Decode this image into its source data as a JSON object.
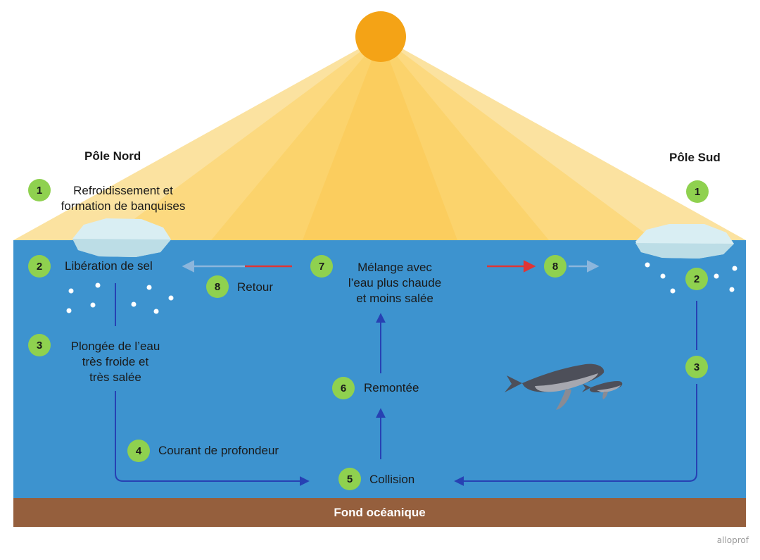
{
  "poles": {
    "north": "Pôle Nord",
    "south": "Pôle Sud"
  },
  "steps": {
    "s1_text": "Refroidissement et\nformation de banquises",
    "s2_text": "Libération de sel",
    "s3_text": "Plongée de l’eau\ntrès froide et\ntrès salée",
    "s4_text": "Courant de profondeur",
    "s5_text": "Collision",
    "s6_text": "Remontée",
    "s7_text": "Mélange avec\nl’eau plus chaude\net moins salée",
    "s8_text": "Retour"
  },
  "badges": {
    "n1": "1",
    "n2": "2",
    "n3": "3",
    "n4": "4",
    "n5": "5",
    "n6": "6",
    "n7": "7",
    "n8": "8"
  },
  "floor_label": "Fond océanique",
  "brand": "alloprof",
  "colors": {
    "ocean": "#3d93cf",
    "floor": "#955f3d",
    "sun": "#f4a316",
    "sunlight": "#fbd46a",
    "badge": "#8fd14f",
    "flow_arrow": "#2741b3",
    "warm_arrow": "#e03535",
    "return_arrow": "#8cb6dc",
    "ice": "#d9eef3"
  },
  "icons": [
    "sun-icon",
    "iceberg-icon",
    "salt-particle-icon",
    "whale-icon"
  ]
}
